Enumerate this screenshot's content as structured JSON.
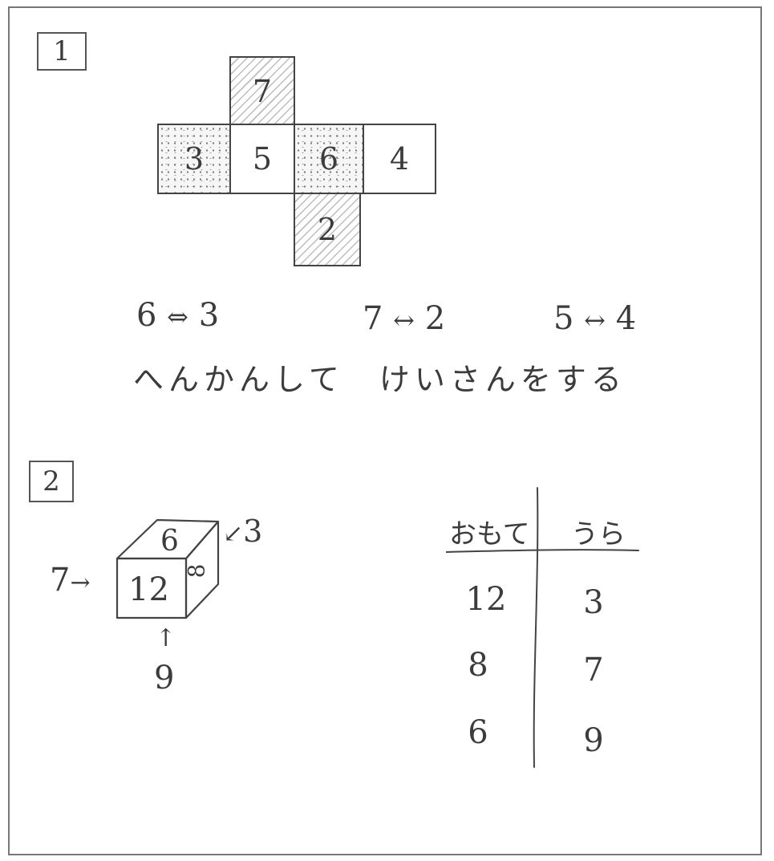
{
  "problem1": {
    "label": "1",
    "net": {
      "top": "7",
      "left": "3",
      "center": "5",
      "right1": "6",
      "right2": "4",
      "bottom": "2"
    },
    "pairs": [
      {
        "a": "6",
        "arrow": "⇔",
        "b": "3"
      },
      {
        "a": "7",
        "arrow": "↔",
        "b": "2"
      },
      {
        "a": "5",
        "arrow": "↔",
        "b": "4"
      }
    ],
    "note": "へんかんして　けいさんをする"
  },
  "problem2": {
    "label": "2",
    "cube": {
      "top": "6",
      "front": "12",
      "side": "8",
      "right_pointer": "3",
      "right_arrow": "↙",
      "left_pointer": "7",
      "left_arrow": "→",
      "bottom_arrow": "↑",
      "bottom_pointer": "9"
    },
    "table": {
      "headers": [
        "おもて",
        "うら"
      ],
      "rows": [
        [
          "12",
          "3"
        ],
        [
          "8",
          "7"
        ],
        [
          "6",
          "9"
        ]
      ]
    }
  }
}
